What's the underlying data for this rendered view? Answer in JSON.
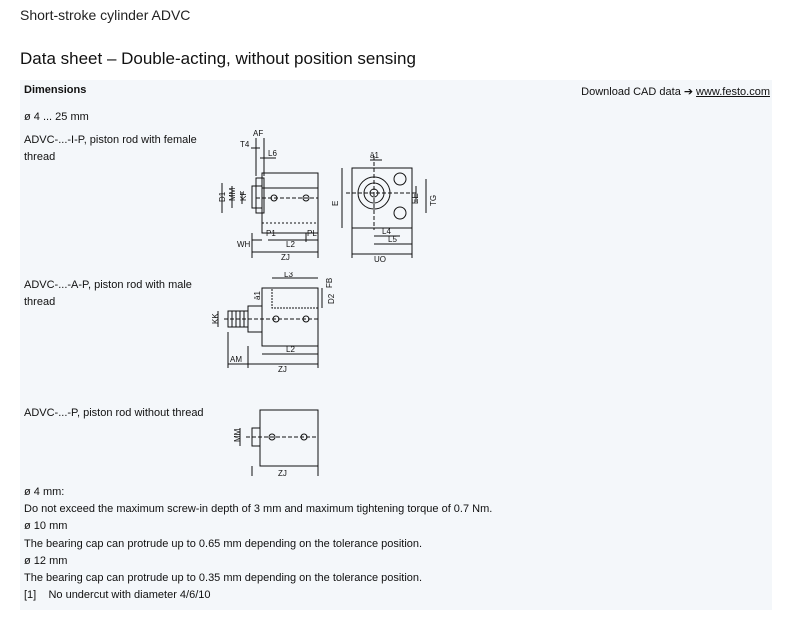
{
  "header": {
    "title": "Short-stroke cylinder ADVC",
    "subtitle": "Data sheet – Double-acting, without position sensing"
  },
  "section": {
    "heading": "Dimensions",
    "cad_prefix": "Download CAD data",
    "cad_arrow": "➔",
    "cad_link": "www.festo.com",
    "size_range": "ø 4 ... 25 mm"
  },
  "variants": [
    {
      "label_line1": "ADVC-...-I-P, piston rod with female",
      "label_line2": "thread"
    },
    {
      "label_line1": "ADVC-...-A-P, piston rod with male",
      "label_line2": "thread"
    },
    {
      "label_line1": "ADVC-...-P, piston rod without thread"
    }
  ],
  "drawing_labels": {
    "af": "AF",
    "t4": "T4",
    "l6": "L6",
    "d1": "D1",
    "mm": "MM",
    "kf": "KF",
    "wh": "WH",
    "p1": "P1",
    "l2": "L2",
    "pl": "PL",
    "zj": "ZJ",
    "e": "E",
    "a1": "ā1",
    "l4": "L4",
    "l5": "L5",
    "uo": "UO",
    "tg": "TG",
    "ee": "EE",
    "l3": "L3",
    "fb": "FB",
    "d2": "D2",
    "kk": "KK",
    "am": "AM",
    "zj_partial": "ZJ"
  },
  "notes": [
    {
      "text": "ø 4 mm:"
    },
    {
      "text": "Do not exceed the maximum screw-in depth of 3 mm and maximum tightening torque of 0.7 Nm."
    },
    {
      "text": "ø 10 mm"
    },
    {
      "text": "The bearing cap can protrude up to 0.65 mm depending on the tolerance position."
    },
    {
      "text": "ø 12 mm"
    },
    {
      "text": "The bearing cap can protrude up to 0.35 mm depending on the tolerance position."
    },
    {
      "text": "[1]    No undercut with diameter 4/6/10"
    }
  ]
}
